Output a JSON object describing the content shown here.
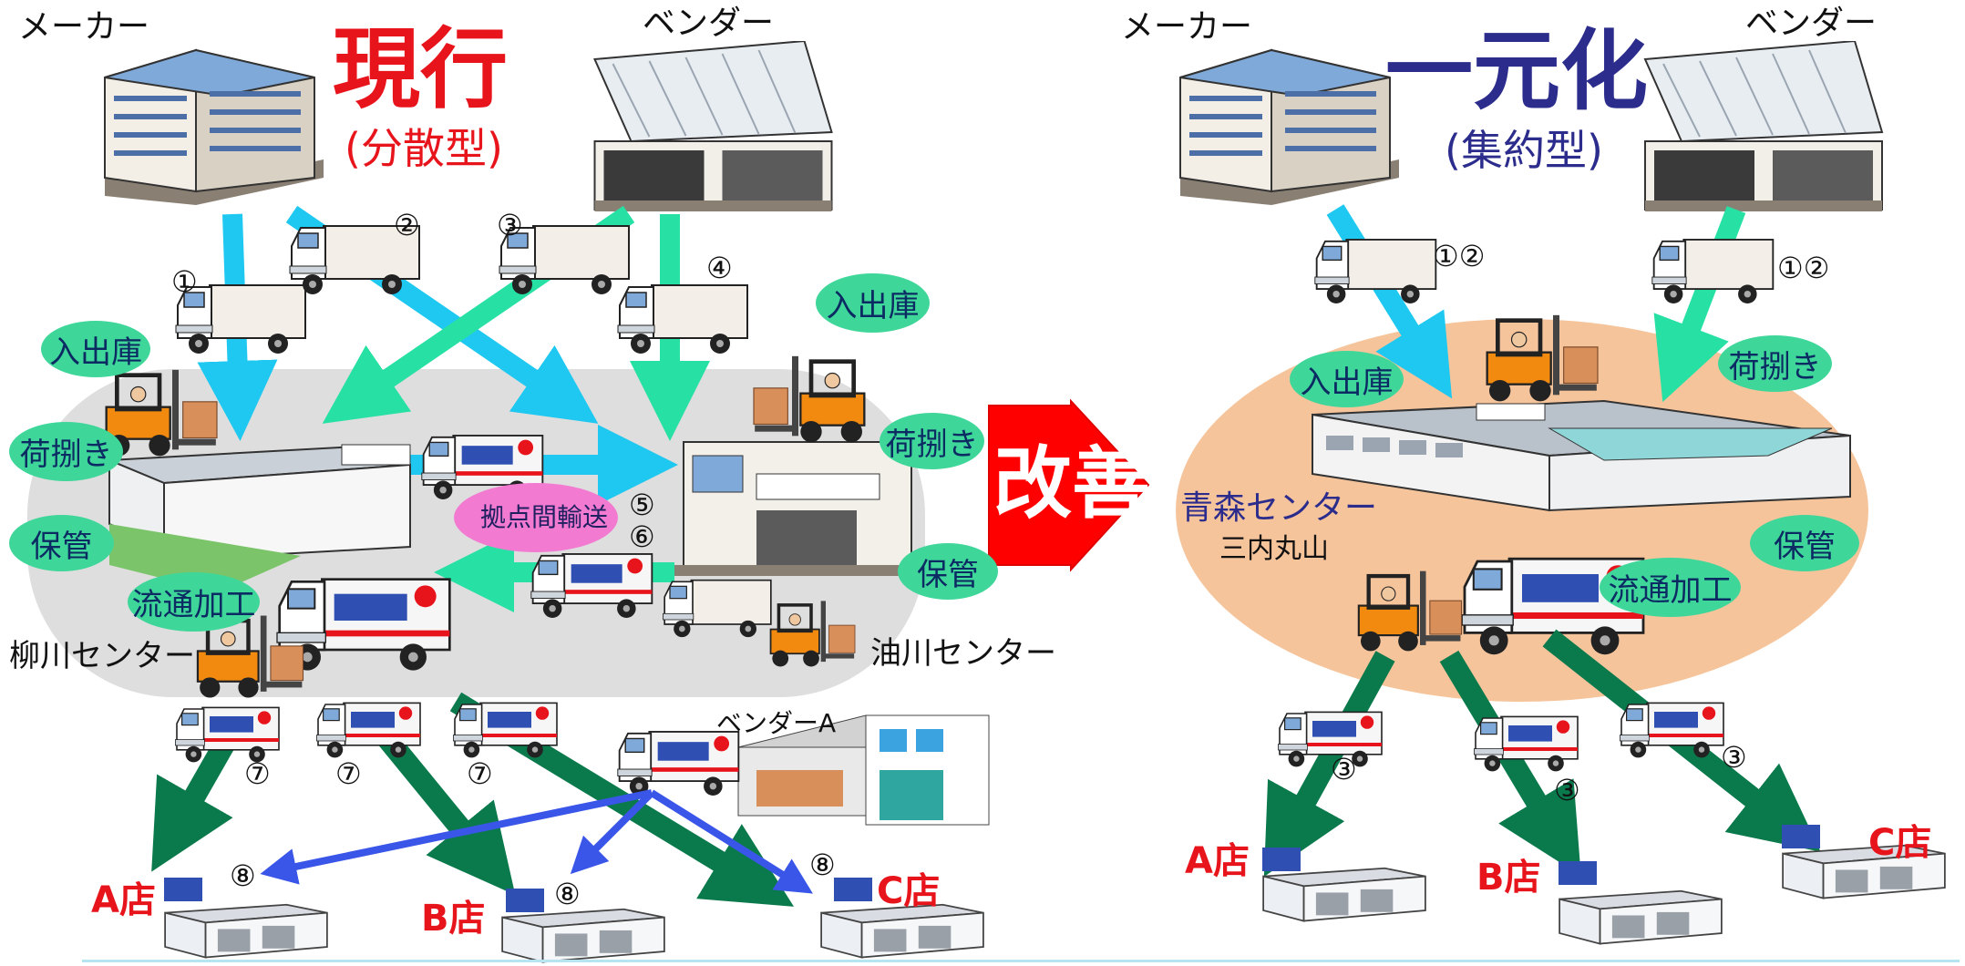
{
  "left": {
    "title": "現行",
    "subtitle": "(分散型)",
    "maker": "メーカー",
    "vendor": "ベンダー",
    "center_a": "柳川センター",
    "center_b": "油川センター",
    "transfer": "拠点間輸送",
    "vendor_a": "ベンダーA",
    "tasks": [
      "入出庫",
      "荷捌き",
      "保管",
      "流通加工",
      "入出庫",
      "荷捌き",
      "保管"
    ],
    "route_numbers": [
      "①",
      "②",
      "③",
      "④",
      "⑤",
      "⑥",
      "⑦",
      "⑦",
      "⑦",
      "⑧",
      "⑧",
      "⑧"
    ],
    "stores": [
      "A店",
      "B店",
      "C店"
    ]
  },
  "arrow_text": "改善",
  "right": {
    "title": "一元化",
    "subtitle": "(集約型)",
    "maker": "メーカー",
    "vendor": "ベンダー",
    "center": "青森センター",
    "center_sub": "三内丸山",
    "tasks": [
      "入出庫",
      "荷捌き",
      "保管",
      "流通加工"
    ],
    "route_numbers": [
      "①②",
      "①②",
      "③",
      "③",
      "③"
    ],
    "stores": [
      "A店",
      "B店",
      "C店"
    ]
  },
  "colors": {
    "accent_red": "#e8141c",
    "accent_blue": "#2b2c8c",
    "bubble_green": "#3fd69a",
    "center_gray": "#dedede",
    "center_orange": "#f6c49b",
    "arrow_cyan": "#1ec8f0",
    "arrow_teal": "#27e0a4",
    "arrow_darkgreen": "#0a7a4c",
    "arrow_blue": "#3a56e8"
  }
}
